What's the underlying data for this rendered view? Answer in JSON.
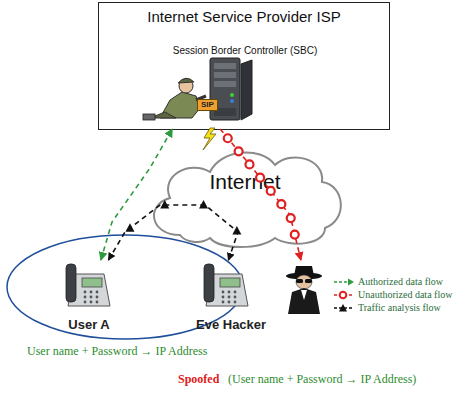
{
  "diagram": {
    "nodes": [
      {
        "text": [
          "Internet Service Provider ISP"
        ]
      },
      {
        "text": [
          "Session Border Controller (SBC)"
        ],
        "in": 0
      },
      {
        "text": [
          "Internet"
        ]
      },
      {
        "text": [
          "User name + Password → IP Address"
        ]
      },
      {
        "text": [
          "User A"
        ],
        "in": 3
      },
      {
        "text": [
          "Eve Hacker"
        ]
      }
    ],
    "edges": [
      {
        "from": 4,
        "to": 1,
        "arrow": "both"
      },
      {
        "from": 1,
        "to": 5,
        "arrow": "to"
      },
      {
        "from": 4,
        "to": 5,
        "arrow": "both"
      }
    ],
    "labels": [
      "SIP",
      "Spoofed",
      "(User name + Password → IP Address)"
    ],
    "legend": [
      {
        "text": "Authorized data flow"
      },
      {
        "text": "Unauthorized data flow"
      },
      {
        "text": "Traffic analysis flow"
      }
    ]
  }
}
